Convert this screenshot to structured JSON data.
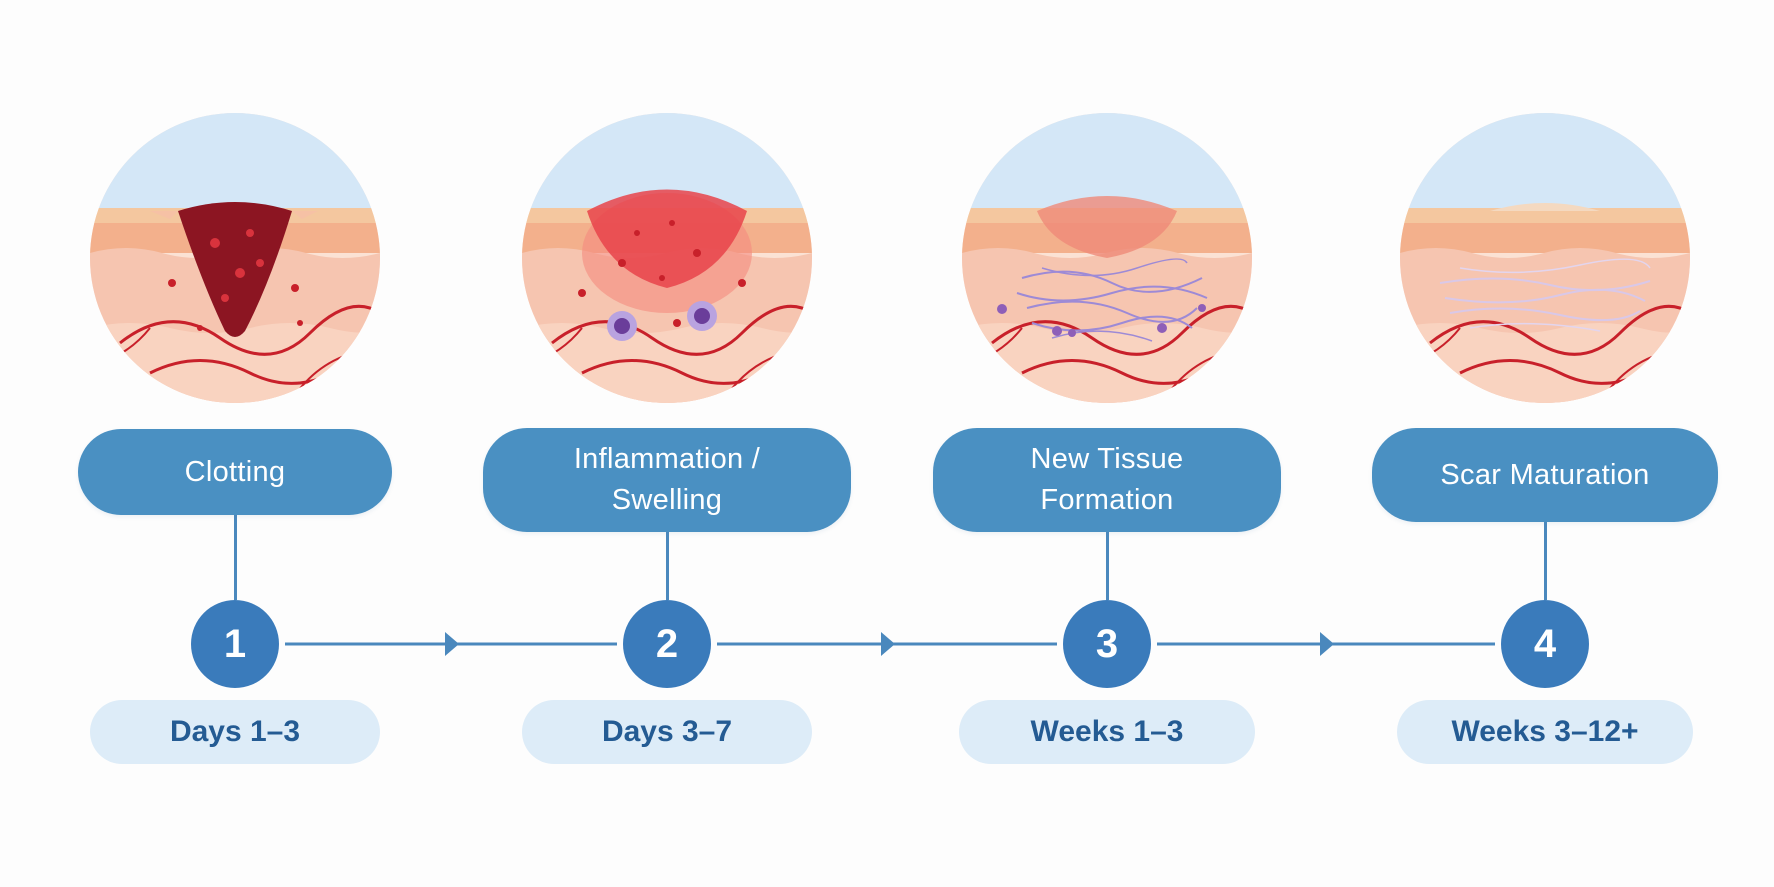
{
  "stages": [
    {
      "number": "1",
      "label": "Clotting",
      "duration": "Days 1–3",
      "illustration_icon": "wound-clot-cross-section-icon"
    },
    {
      "number": "2",
      "label": "Inflammation /\nSwelling",
      "duration": "Days 3–7",
      "illustration_icon": "wound-inflammation-cross-section-icon"
    },
    {
      "number": "3",
      "label": "New Tissue\nFormation",
      "duration": "Weeks 1–3",
      "illustration_icon": "wound-tissue-formation-cross-section-icon"
    },
    {
      "number": "4",
      "label": "Scar Maturation",
      "duration": "Weeks 3–12+",
      "illustration_icon": "scar-maturation-cross-section-icon"
    }
  ],
  "colors": {
    "label_fill": "#4a90c2",
    "number_fill": "#3a7bbb",
    "duration_fill": "#ddecf8",
    "duration_text": "#245b93",
    "timeline": "#4a88bd",
    "skin": "#f5b9a0",
    "blood": "#c8202a"
  }
}
